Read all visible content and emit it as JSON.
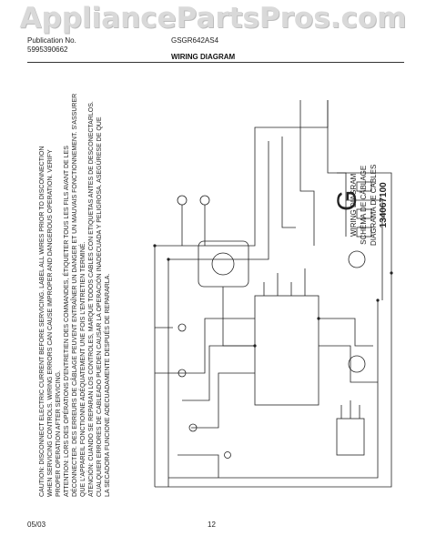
{
  "watermark": "AppliancePartsPros.com",
  "header": {
    "pub_label": "Publication No.",
    "pub_number": "5995390662",
    "model": "GSGR642AS4",
    "title": "WIRING DIAGRAM"
  },
  "caution": [
    "CAUTION: DISCONNECT ELECTRIC CURRENT BEFORE SERVICING. LABEL ALL WIRES PRIOR TO DISCONNECTION",
    "WHEN SERVICING CONTROLS. WIRING ERRORS CAN CAUSE IMPROPER AND DANGEROUS OPERATION. VERIFY",
    "PROPER OPERATION AFTER SERVICING.",
    "ATTENTION: LORS DES OPÉRATIONS D'ENTRETIEN DES COMMANDES, ÉTIQUETER TOUS LES FILS AVANT DE LES",
    "DÉCONNECTER. DES ERREURS DE CÂBLAGE PEUVENT ENTRAÎNER UN DANGER ET UN MAUVAIS FONCTIONNEMENT. S'ASSURER",
    "QUE L'APPAREIL FONCTIONNE ADÉQUATEMENT UNE FOIS L'ENTRETIEN TERMINÉ.",
    "ATENCIÓN: CUANDO SE REPARAN LOS CONTROLES, MARQUE TODOS CABLES CON ETIQUETAS ANTES DE DESCONECTARLOS.",
    "CUALQUIER ERRORES DE CABLEADO PUEDEN CAUSAR LA OPERACIÓN INADECUADA Y PELIGROSA. ASEGÚRESE DE QUE",
    "LA SECADORA FUNCIONE ADECUADAMENTE DESPUÉS DE REPARARLA."
  ],
  "side_label": {
    "title_en": "WIRING DIAGRAM",
    "title_fr": "SCHÉMA DE CÂBLAGE",
    "title_es": "DIAGRAMA DE CABLES",
    "part_number": "134067100",
    "letter": "G"
  },
  "footer": {
    "date": "05/03",
    "page": "12"
  },
  "colors": {
    "watermark": "#d9d9d9",
    "ink": "#111111"
  }
}
